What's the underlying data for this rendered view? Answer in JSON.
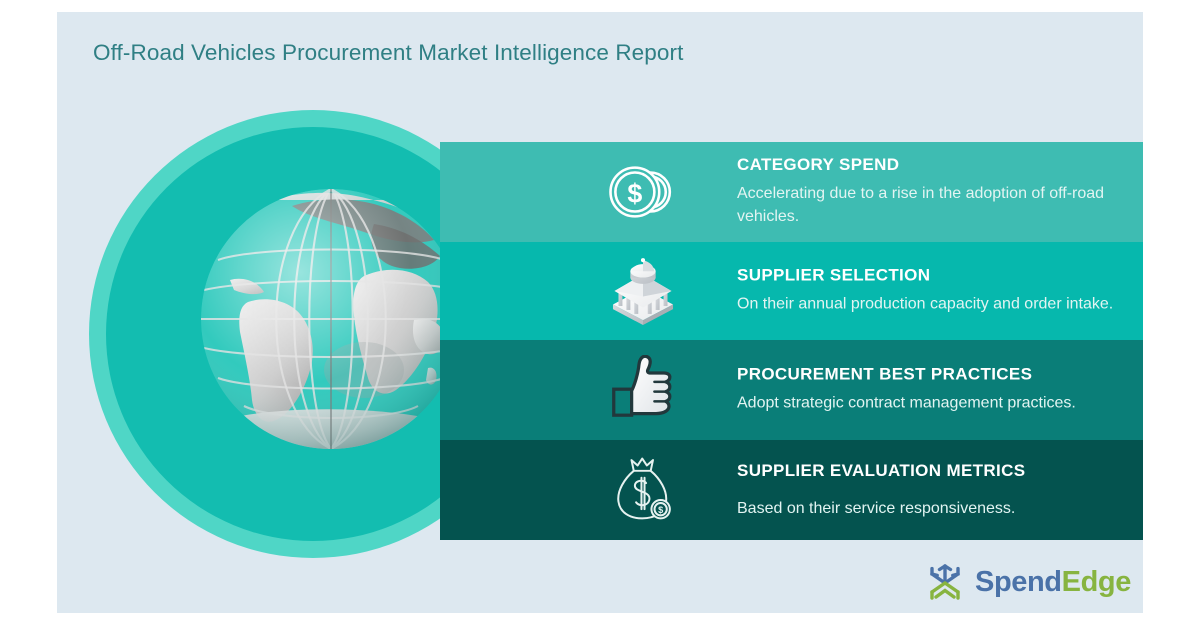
{
  "report": {
    "title": "Off-Road Vehicles Procurement Market Intelligence Report"
  },
  "colors": {
    "page_background": "#ffffff",
    "panel_background": "#dde8f0",
    "title_text": "#2f7f84",
    "globe_ring": "#4fd6c6",
    "globe_disc": "#13bdb0",
    "band_1": "#3ebcb2",
    "band_2": "#06b8ad",
    "band_3": "#0a7e78",
    "band_4": "#04534f",
    "heading_text": "#ffffff",
    "body_text": "#e2f4f2",
    "logo_spend": "#4a72a8",
    "logo_edge": "#87b440"
  },
  "globe": {
    "icon": "globe-3d-icon",
    "description": "3D wireframe globe with gray continents and teal oceans"
  },
  "bands": [
    {
      "icon": "coins-dollar-icon",
      "heading": "CATEGORY SPEND",
      "body": "Accelerating due to a rise in the adoption of off-road vehicles."
    },
    {
      "icon": "bank-building-icon",
      "heading": "SUPPLIER SELECTION",
      "body": "On their annual production capacity and order intake."
    },
    {
      "icon": "thumbs-up-icon",
      "heading": "PROCUREMENT BEST PRACTICES",
      "body": "Adopt strategic contract management practices."
    },
    {
      "icon": "money-bag-icon",
      "heading": "SUPPLIER EVALUATION METRICS",
      "body": "Based on their service responsiveness."
    }
  ],
  "logo": {
    "mark": "tri-arrow-logo-icon",
    "name_part1": "Spend",
    "name_part2": "Edge"
  }
}
